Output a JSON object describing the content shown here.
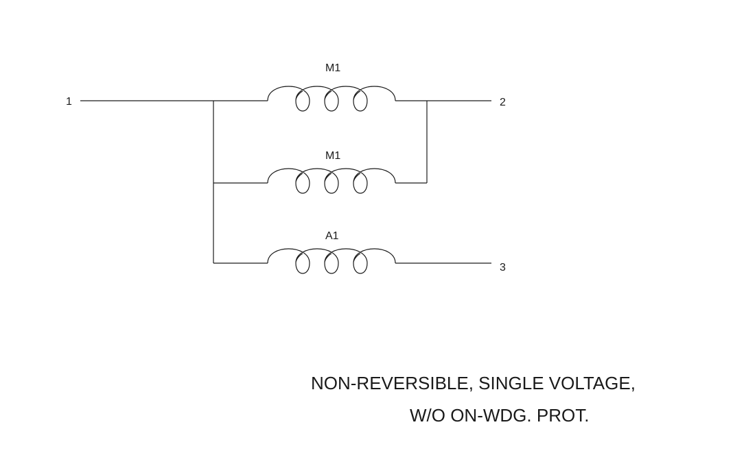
{
  "terminals": {
    "t1": "1",
    "t2": "2",
    "t3": "3"
  },
  "windings": {
    "top": "M1",
    "middle": "M1",
    "bottom": "A1"
  },
  "caption": {
    "line1": "NON-REVERSIBLE, SINGLE VOLTAGE,",
    "line2": "W/O ON-WDG. PROT."
  }
}
